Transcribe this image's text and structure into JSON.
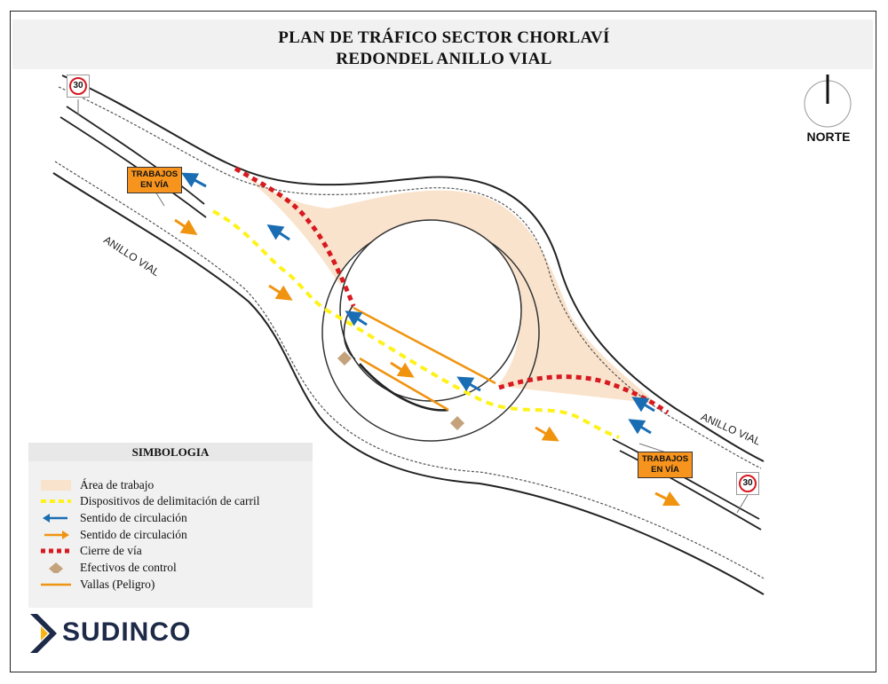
{
  "title": {
    "line1": "PLAN DE TRÁFICO SECTOR CHORLAVÍ",
    "line2": "REDONDEL ANILLO VIAL"
  },
  "north": {
    "label": "NORTE",
    "icon": "north-arrow-icon"
  },
  "road_labels": [
    "ANILLO VIAL",
    "ANILLO VIAL"
  ],
  "signs": {
    "work": {
      "line1": "TRABAJOS",
      "line2": "EN VÍA"
    },
    "speed_limit": "30"
  },
  "legend": {
    "title": "SIMBOLOGIA",
    "items": [
      {
        "label": "Área de trabajo",
        "icon": "work-area-swatch"
      },
      {
        "label": "Dispositivos de delimitación de carril",
        "icon": "yellow-dashed-line"
      },
      {
        "label": "Sentido de circulación",
        "icon": "blue-arrow-icon"
      },
      {
        "label": "Sentido de circulación",
        "icon": "orange-arrow-icon"
      },
      {
        "label": "Cierre de vía",
        "icon": "red-dashed-line"
      },
      {
        "label": "Efectivos de control",
        "icon": "diamond-icon"
      },
      {
        "label": "Vallas (Peligro)",
        "icon": "orange-line"
      }
    ]
  },
  "logo": {
    "text": "SUDINCO"
  },
  "colors": {
    "work_area": "#fae3cc",
    "delimiter": "#fff21a",
    "blue_arrow": "#1a6db3",
    "orange_arrow": "#f0940f",
    "road_closure": "#d71920",
    "control": "#c4a27c",
    "barrier": "#f0940f",
    "logo": "#1d2a48"
  }
}
